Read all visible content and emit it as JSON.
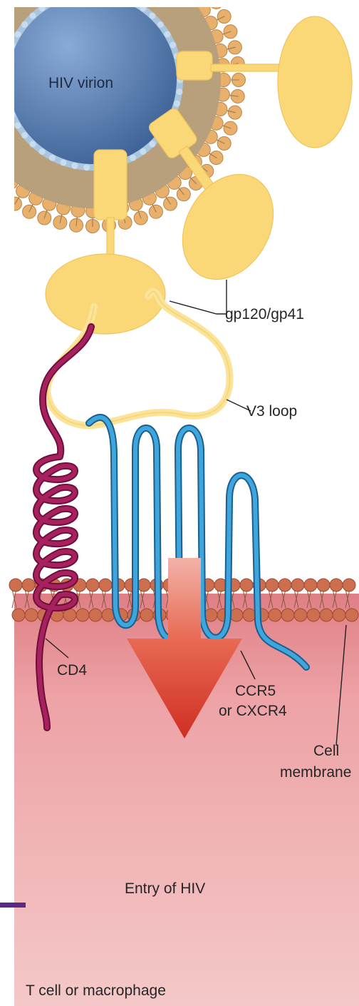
{
  "labels": {
    "virion": "HIV virion",
    "envelope": "gp120/gp41",
    "v3_loop": "V3 loop",
    "cd4": "CD4",
    "coreceptor_line1": "CCR5",
    "coreceptor_line2": "or CXCR4",
    "membrane_line1": "Cell",
    "membrane_line2": "membrane",
    "entry": "Entry of HIV",
    "host_cell": "T cell or macrophage"
  },
  "colors": {
    "virion_core": "#4f74a8",
    "virion_shell": "#b9a07c",
    "lipid_head": "#e8b06a",
    "membrane_head": "#cd6e4e",
    "glycoprotein": "#fbd877",
    "cd4": "#9b1b5a",
    "coreceptor": "#2f9bd3",
    "arrow": "#d7372a",
    "cytoplasm": "#f0b4b4",
    "accent_bar": "#5b2a86"
  }
}
